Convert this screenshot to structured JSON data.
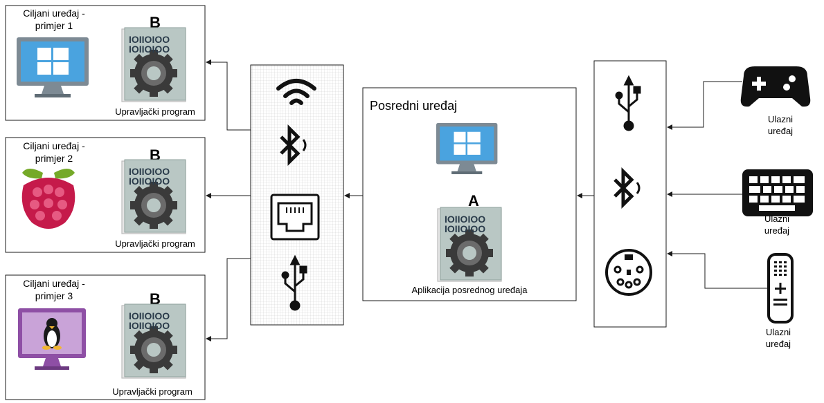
{
  "targets": [
    {
      "title_line1": "Ciljani uređaj -",
      "title_line2": "primjer 1",
      "badge": "B",
      "program_label": "Upravljački program",
      "platform_icon": "windows-monitor-icon"
    },
    {
      "title_line1": "Ciljani uređaj -",
      "title_line2": "primjer 2",
      "badge": "B",
      "program_label": "Upravljački program",
      "platform_icon": "raspberry-pi-icon"
    },
    {
      "title_line1": "Ciljani uređaj -",
      "title_line2": "primjer 3",
      "badge": "B",
      "program_label": "Upravljački program",
      "platform_icon": "linux-monitor-icon"
    }
  ],
  "binary_text": {
    "line1": "IOIIOIOO",
    "line2": "IOIIOIOO"
  },
  "output_interfaces": [
    "wifi-icon",
    "bluetooth-icon",
    "ethernet-icon",
    "usb-icon"
  ],
  "intermediary": {
    "title": "Posredni uređaj",
    "badge": "A",
    "app_label": "Aplikacija posrednog uređaja",
    "icons": [
      "windows-monitor-icon",
      "program-gear-icon"
    ]
  },
  "input_interfaces": [
    "usb-icon",
    "bluetooth-icon",
    "ps2-port-icon"
  ],
  "input_devices": [
    {
      "icon": "gamepad-icon",
      "label_line1": "Ulazni",
      "label_line2": "uređaj"
    },
    {
      "icon": "keyboard-icon",
      "label_line1": "Ulazni",
      "label_line2": "uređaj"
    },
    {
      "icon": "remote-control-icon",
      "label_line1": "Ulazni",
      "label_line2": "uređaj"
    }
  ],
  "colors": {
    "line": "#1a1a1a",
    "windows_blue": "#4aa3df",
    "monitor_gray": "#7d8a94",
    "linux_purple": "#8e4fa5",
    "raspberry_red": "#c51a4a",
    "leaf_green": "#75a928",
    "gear_dark": "#333333",
    "program_bg": "#b9c7c4"
  }
}
